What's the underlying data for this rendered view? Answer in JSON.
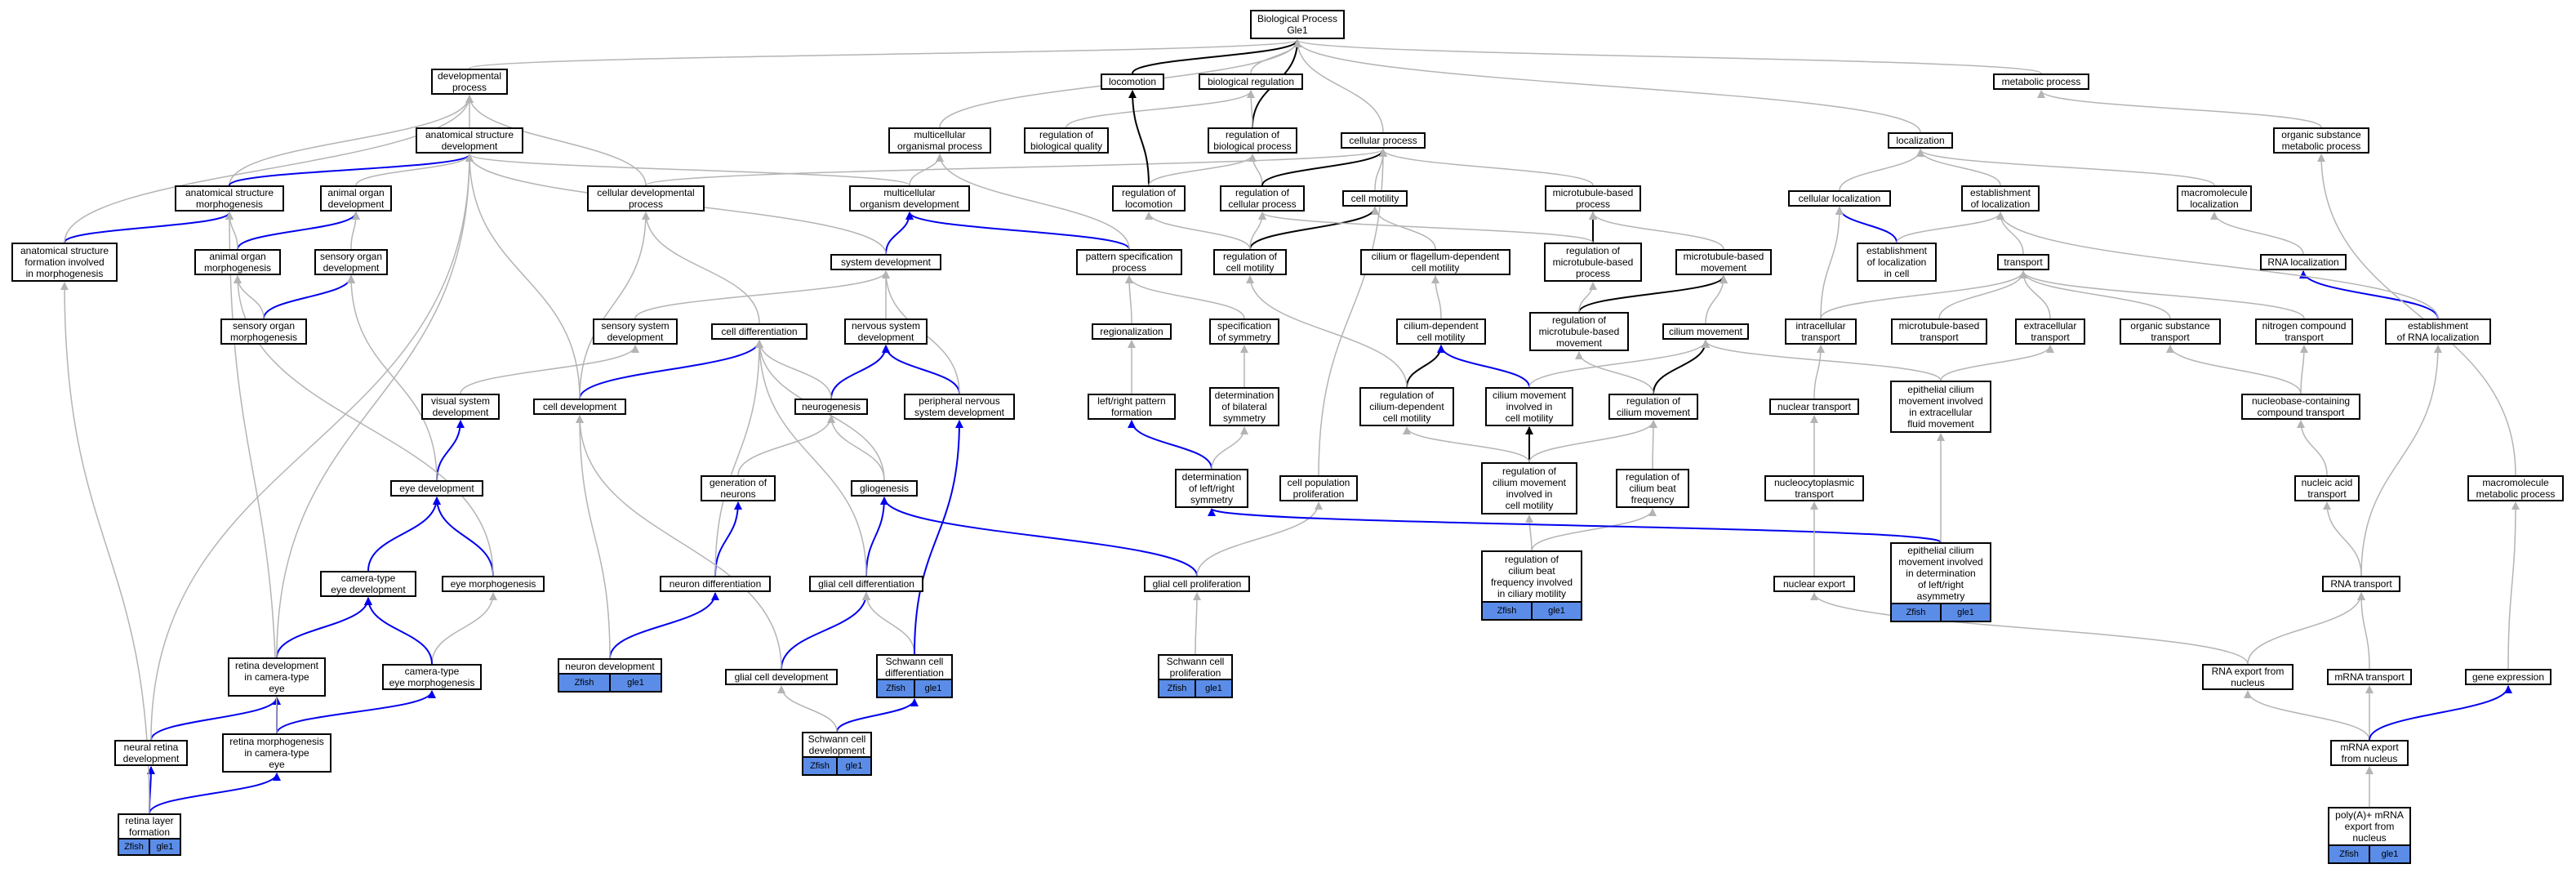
{
  "nodes": {
    "bp": "Biological Process\nGle1",
    "devproc": "developmental\nprocess",
    "locomotion": "locomotion",
    "bioreg": "biological regulation",
    "metabolic": "metabolic process",
    "asd": "anatomical structure\ndevelopment",
    "mcop": "multicellular\norganismal process",
    "regbq": "regulation of\nbiological quality",
    "regbp": "regulation of\nbiological process",
    "cellproc": "cellular process",
    "localization": "localization",
    "osmp": "organic substance\nmetabolic process",
    "asm": "anatomical structure\nmorphogenesis",
    "aod": "animal organ\ndevelopment",
    "cdp": "cellular developmental\nprocess",
    "mcod": "multicellular\norganism development",
    "regloc": "regulation of\nlocomotion",
    "regcp": "regulation of\ncellular process",
    "cellmot": "cell motility",
    "mtbp": "microtubule-based\nprocess",
    "cellloc": "cellular localization",
    "estloc": "establishment\nof localization",
    "mmloc": "macromolecule\nlocalization",
    "asfim": "anatomical structure\nformation involved\nin morphogenesis",
    "aom": "animal organ\nmorphogenesis",
    "sod": "sensory organ\ndevelopment",
    "sysdev": "system development",
    "psp": "pattern specification\nprocess",
    "regcm": "regulation of\ncell motility",
    "cfdcm": "cilium or flagellum-dependent\ncell motility",
    "regmtbp": "regulation of\nmicrotubule-based\nprocess",
    "mtbm": "microtubule-based\nmovement",
    "elic": "establishment\nof localization\nin cell",
    "transport": "transport",
    "rnaloc": "RNA localization",
    "som": "sensory organ\nmorphogenesis",
    "ssd": "sensory system\ndevelopment",
    "celldiff": "cell differentiation",
    "nsd": "nervous system\ndevelopment",
    "regionalization": "regionalization",
    "sos": "specification\nof symmetry",
    "cdcm": "cilium-dependent\ncell motility",
    "regmtbm": "regulation of\nmicrotubule-based\nmovement",
    "cilmov": "cilium movement",
    "ict": "intracellular\ntransport",
    "mtbt": "microtubule-based\ntransport",
    "ect": "extracellular\ntransport",
    "ost": "organic substance\ntransport",
    "nct": "nitrogen compound\ntransport",
    "erl": "establishment\nof RNA localization",
    "vsd": "visual system\ndevelopment",
    "celldev": "cell development",
    "neurogenesis": "neurogenesis",
    "pnsd": "peripheral nervous\nsystem development",
    "lrpf": "left/right pattern\nformation",
    "dbs": "determination\nof bilateral\nsymmetry",
    "regcdcm": "regulation of\ncilium-dependent\ncell motility",
    "cmicm": "cilium movement\ninvolved in\ncell motility",
    "regcilmov": "regulation of\ncilium movement",
    "ntrans": "nuclear transport",
    "ecmief": "epithelial cilium\nmovement involved\nin extracellular\nfluid movement",
    "nbct": "nucleobase-containing\ncompound transport",
    "eyedev": "eye development",
    "gon": "generation of\nneurons",
    "gliogenesis": "gliogenesis",
    "dlrs": "determination\nof left/right\nsymmetry",
    "cpp": "cell population\nproliferation",
    "regcmicm": "regulation of\ncilium movement\ninvolved in\ncell motility",
    "regcbf": "regulation of\ncilium beat\nfrequency",
    "ncpt": "nucleocytoplasmic\ntransport",
    "nat": "nucleic acid\ntransport",
    "mmmp": "macromolecule\nmetabolic process",
    "cted": "camera-type\neye development",
    "eyemorph": "eye morphogenesis",
    "neurdiff": "neuron differentiation",
    "gcd": "glial cell differentiation",
    "gcp": "glial cell proliferation",
    "regcbfcm": "regulation of\ncilium beat\nfrequency involved\nin ciliary motility",
    "eciminv": "epithelial cilium\nmovement involved\nin determination\nof left/right\nasymmetry",
    "nexport": "nuclear export",
    "rnatrans": "RNA transport",
    "rdcte": "retina development\nin camera-type\neye",
    "ctem": "camera-type\neye morphogenesis",
    "neurondev": "neuron development",
    "gcdev": "glial cell development",
    "scdiff": "Schwann cell\ndifferentiation",
    "scprolif": "Schwann cell\nproliferation",
    "rnaexp": "RNA export from\nnucleus",
    "mrnatrans": "mRNA transport",
    "geneexp": "gene expression",
    "nrd": "neural retina\ndevelopment",
    "rmcte": "retina morphogenesis\nin camera-type\neye",
    "scdev": "Schwann cell\ndevelopment",
    "mrnaexp": "mRNA export\nfrom nucleus",
    "rlf": "retina layer\nformation",
    "polya": "poly(A)+ mRNA\nexport from\nnucleus"
  },
  "annotation": {
    "species": "Zfish",
    "gene": "gle1"
  },
  "colors": {
    "is_a_edge": "#b4b4b4",
    "part_of_edge": "#000000",
    "regulates_edge": "#0000ee",
    "annotation_fill": "#5b8de8",
    "node_border": "#000000",
    "node_fill": "#ffffff"
  },
  "annotated_nodes": [
    "rlf",
    "neurondev",
    "scdiff",
    "scdev",
    "scprolif",
    "regcbfcm",
    "eciminv",
    "polya"
  ],
  "edges": [
    [
      "devproc",
      "bp",
      "gray"
    ],
    [
      "locomotion",
      "bp",
      "black"
    ],
    [
      "bioreg",
      "bp",
      "gray"
    ],
    [
      "metabolic",
      "bp",
      "gray"
    ],
    [
      "mcop",
      "bp",
      "gray"
    ],
    [
      "regbp",
      "bp",
      "black"
    ],
    [
      "cellproc",
      "bp",
      "gray"
    ],
    [
      "localization",
      "bp",
      "gray"
    ],
    [
      "asd",
      "devproc",
      "gray"
    ],
    [
      "regbq",
      "bioreg",
      "gray"
    ],
    [
      "regbp",
      "bioreg",
      "gray"
    ],
    [
      "osmp",
      "metabolic",
      "gray"
    ],
    [
      "asm",
      "devproc",
      "gray"
    ],
    [
      "asm",
      "asd",
      "blue"
    ],
    [
      "aod",
      "asd",
      "gray"
    ],
    [
      "cdp",
      "devproc",
      "gray"
    ],
    [
      "cdp",
      "cellproc",
      "gray"
    ],
    [
      "mcod",
      "mcop",
      "gray"
    ],
    [
      "mcod",
      "asd",
      "gray"
    ],
    [
      "regloc",
      "locomotion",
      "black"
    ],
    [
      "regloc",
      "regbp",
      "gray"
    ],
    [
      "regcp",
      "regbp",
      "gray"
    ],
    [
      "regcp",
      "cellproc",
      "black"
    ],
    [
      "cellmot",
      "cellproc",
      "gray"
    ],
    [
      "mtbp",
      "cellproc",
      "gray"
    ],
    [
      "cellloc",
      "localization",
      "gray"
    ],
    [
      "estloc",
      "localization",
      "gray"
    ],
    [
      "mmloc",
      "localization",
      "gray"
    ],
    [
      "asfim",
      "asm",
      "blue"
    ],
    [
      "asfim",
      "devproc",
      "gray"
    ],
    [
      "aom",
      "aod",
      "blue"
    ],
    [
      "aom",
      "asm",
      "gray"
    ],
    [
      "sod",
      "aod",
      "gray"
    ],
    [
      "sysdev",
      "mcod",
      "blue"
    ],
    [
      "sysdev",
      "asd",
      "gray"
    ],
    [
      "psp",
      "mcod",
      "blue"
    ],
    [
      "psp",
      "mcop",
      "gray"
    ],
    [
      "regcm",
      "cellmot",
      "black"
    ],
    [
      "regcm",
      "regcp",
      "gray"
    ],
    [
      "regcm",
      "regloc",
      "gray"
    ],
    [
      "cfdcm",
      "cellmot",
      "gray"
    ],
    [
      "regmtbp",
      "mtbp",
      "black"
    ],
    [
      "regmtbp",
      "regcp",
      "gray"
    ],
    [
      "mtbm",
      "mtbp",
      "gray"
    ],
    [
      "elic",
      "cellloc",
      "blue"
    ],
    [
      "elic",
      "estloc",
      "gray"
    ],
    [
      "transport",
      "estloc",
      "gray"
    ],
    [
      "rnaloc",
      "mmloc",
      "gray"
    ],
    [
      "som",
      "sod",
      "blue"
    ],
    [
      "som",
      "aom",
      "gray"
    ],
    [
      "ssd",
      "sysdev",
      "gray"
    ],
    [
      "celldiff",
      "cdp",
      "gray"
    ],
    [
      "nsd",
      "sysdev",
      "gray"
    ],
    [
      "regionalization",
      "psp",
      "gray"
    ],
    [
      "sos",
      "psp",
      "gray"
    ],
    [
      "cdcm",
      "cfdcm",
      "gray"
    ],
    [
      "regmtbm",
      "mtbm",
      "black"
    ],
    [
      "regmtbm",
      "regmtbp",
      "gray"
    ],
    [
      "cilmov",
      "mtbm",
      "gray"
    ],
    [
      "ict",
      "cellloc",
      "gray"
    ],
    [
      "ict",
      "transport",
      "gray"
    ],
    [
      "mtbt",
      "transport",
      "gray"
    ],
    [
      "ect",
      "transport",
      "gray"
    ],
    [
      "ost",
      "transport",
      "gray"
    ],
    [
      "nct",
      "transport",
      "gray"
    ],
    [
      "erl",
      "rnaloc",
      "blue"
    ],
    [
      "erl",
      "estloc",
      "gray"
    ],
    [
      "vsd",
      "ssd",
      "gray"
    ],
    [
      "celldev",
      "celldiff",
      "blue"
    ],
    [
      "celldev",
      "cdp",
      "gray"
    ],
    [
      "celldev",
      "asd",
      "gray"
    ],
    [
      "neurogenesis",
      "nsd",
      "blue"
    ],
    [
      "neurogenesis",
      "celldiff",
      "gray"
    ],
    [
      "pnsd",
      "nsd",
      "blue"
    ],
    [
      "pnsd",
      "sysdev",
      "gray"
    ],
    [
      "lrpf",
      "regionalization",
      "gray"
    ],
    [
      "dbs",
      "sos",
      "gray"
    ],
    [
      "regcdcm",
      "cdcm",
      "black"
    ],
    [
      "regcdcm",
      "regcm",
      "gray"
    ],
    [
      "cmicm",
      "cdcm",
      "blue"
    ],
    [
      "cmicm",
      "cilmov",
      "gray"
    ],
    [
      "regcilmov",
      "cilmov",
      "black"
    ],
    [
      "regcilmov",
      "regmtbm",
      "gray"
    ],
    [
      "ntrans",
      "ict",
      "gray"
    ],
    [
      "ecmief",
      "ect",
      "gray"
    ],
    [
      "ecmief",
      "cilmov",
      "gray"
    ],
    [
      "nbct",
      "ost",
      "gray"
    ],
    [
      "nbct",
      "nct",
      "gray"
    ],
    [
      "eyedev",
      "vsd",
      "blue"
    ],
    [
      "eyedev",
      "sod",
      "gray"
    ],
    [
      "gon",
      "neurogenesis",
      "gray"
    ],
    [
      "gliogenesis",
      "neurogenesis",
      "gray"
    ],
    [
      "gliogenesis",
      "celldiff",
      "gray"
    ],
    [
      "dlrs",
      "lrpf",
      "blue"
    ],
    [
      "dlrs",
      "dbs",
      "gray"
    ],
    [
      "cpp",
      "cellproc",
      "gray"
    ],
    [
      "regcmicm",
      "cmicm",
      "black"
    ],
    [
      "regcmicm",
      "regcilmov",
      "gray"
    ],
    [
      "regcmicm",
      "regcdcm",
      "gray"
    ],
    [
      "regcbf",
      "regcilmov",
      "gray"
    ],
    [
      "ncpt",
      "ntrans",
      "gray"
    ],
    [
      "nat",
      "nbct",
      "gray"
    ],
    [
      "mmmp",
      "osmp",
      "gray"
    ],
    [
      "cted",
      "eyedev",
      "blue"
    ],
    [
      "eyemorph",
      "eyedev",
      "blue"
    ],
    [
      "eyemorph",
      "aom",
      "gray"
    ],
    [
      "neurdiff",
      "gon",
      "blue"
    ],
    [
      "neurdiff",
      "celldiff",
      "gray"
    ],
    [
      "gcd",
      "gliogenesis",
      "blue"
    ],
    [
      "gcd",
      "celldiff",
      "gray"
    ],
    [
      "gcp",
      "gliogenesis",
      "blue"
    ],
    [
      "gcp",
      "cpp",
      "gray"
    ],
    [
      "regcbfcm",
      "regcmicm",
      "gray"
    ],
    [
      "regcbfcm",
      "regcbf",
      "gray"
    ],
    [
      "eciminv",
      "dlrs",
      "blue"
    ],
    [
      "eciminv",
      "ecmief",
      "gray"
    ],
    [
      "nexport",
      "ncpt",
      "gray"
    ],
    [
      "rnatrans",
      "nat",
      "gray"
    ],
    [
      "rnatrans",
      "erl",
      "gray"
    ],
    [
      "rdcte",
      "cted",
      "blue"
    ],
    [
      "rdcte",
      "asd",
      "gray"
    ],
    [
      "ctem",
      "eyemorph",
      "gray"
    ],
    [
      "ctem",
      "cted",
      "blue"
    ],
    [
      "neurondev",
      "neurdiff",
      "blue"
    ],
    [
      "neurondev",
      "celldev",
      "gray"
    ],
    [
      "gcdev",
      "gcd",
      "blue"
    ],
    [
      "gcdev",
      "celldev",
      "gray"
    ],
    [
      "scdiff",
      "gcd",
      "gray"
    ],
    [
      "scdiff",
      "pnsd",
      "blue"
    ],
    [
      "scprolif",
      "gcp",
      "gray"
    ],
    [
      "rnaexp",
      "rnatrans",
      "gray"
    ],
    [
      "rnaexp",
      "nexport",
      "gray"
    ],
    [
      "mrnatrans",
      "rnatrans",
      "gray"
    ],
    [
      "geneexp",
      "mmmp",
      "gray"
    ],
    [
      "nrd",
      "rdcte",
      "blue"
    ],
    [
      "nrd",
      "asd",
      "gray"
    ],
    [
      "rmcte",
      "rdcte",
      "blue"
    ],
    [
      "rmcte",
      "ctem",
      "blue"
    ],
    [
      "rmcte",
      "asm",
      "gray"
    ],
    [
      "scdev",
      "scdiff",
      "blue"
    ],
    [
      "scdev",
      "gcdev",
      "gray"
    ],
    [
      "mrnaexp",
      "rnaexp",
      "gray"
    ],
    [
      "mrnaexp",
      "mrnatrans",
      "gray"
    ],
    [
      "mrnaexp",
      "geneexp",
      "blue"
    ],
    [
      "rlf",
      "nrd",
      "blue"
    ],
    [
      "rlf",
      "rmcte",
      "blue"
    ],
    [
      "rlf",
      "asfim",
      "gray"
    ],
    [
      "polya",
      "mrnaexp",
      "gray"
    ]
  ]
}
